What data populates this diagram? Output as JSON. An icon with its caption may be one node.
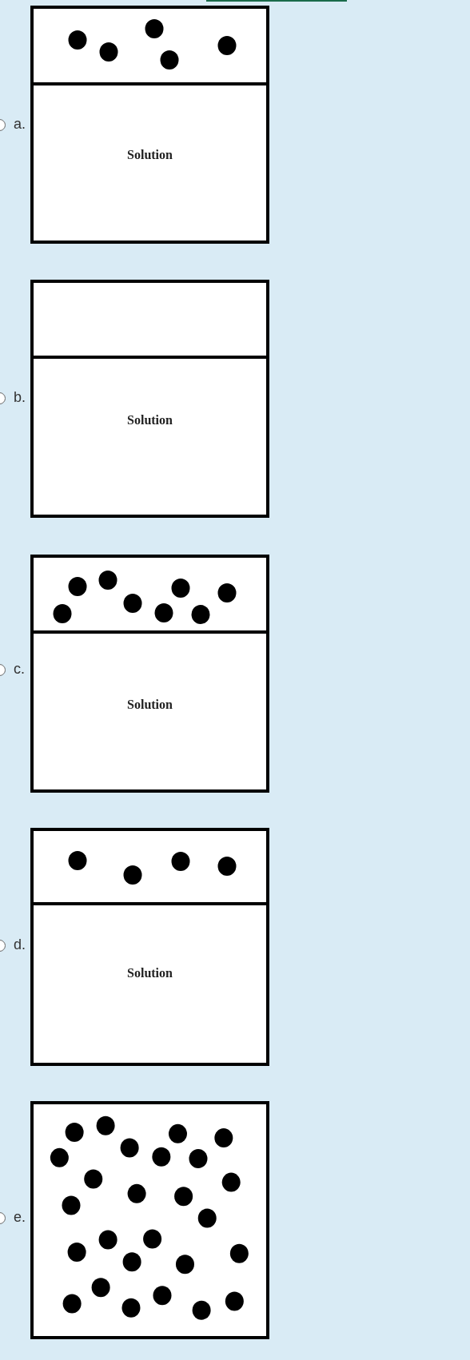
{
  "diagram": {
    "nodes": [
      {
        "text": [],
        "shape": "box",
        "beside": [
          "a."
        ]
      },
      {
        "text": [
          "Solution"
        ],
        "in": 0
      },
      {
        "text": [],
        "shape": "box",
        "beside": [
          "b."
        ]
      },
      {
        "text": [
          "Solution"
        ],
        "in": 2
      },
      {
        "text": [],
        "shape": "box",
        "beside": [
          "c."
        ]
      },
      {
        "text": [
          "Solution"
        ],
        "in": 4
      },
      {
        "text": [],
        "shape": "box",
        "beside": [
          "d."
        ]
      },
      {
        "text": [
          "Solution"
        ],
        "in": 6
      },
      {
        "text": [],
        "shape": "box",
        "beside": [
          "e."
        ]
      }
    ]
  }
}
